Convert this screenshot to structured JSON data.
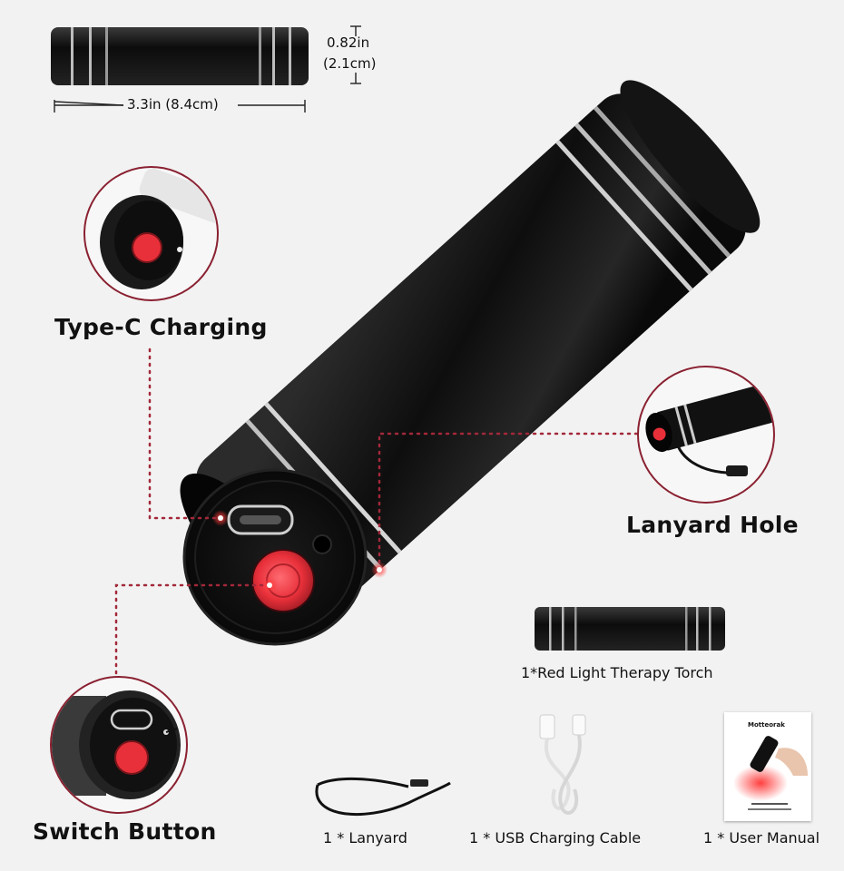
{
  "dimensions": {
    "height_label_1": "0.82in",
    "height_label_2": "(2.1cm)",
    "length_label": "3.3in (8.4cm)"
  },
  "callouts": {
    "type_c": "Type-C Charging",
    "lanyard_hole": "Lanyard Hole",
    "switch_button": "Switch Button"
  },
  "package": {
    "torch": "1*Red Light Therapy Torch",
    "lanyard": "1 * Lanyard",
    "cable": "1 * USB Charging Cable",
    "manual": "1 * User Manual",
    "manual_brand": "Motteorak"
  },
  "colors": {
    "accent": "#8a2131",
    "red_light": "#e8303a",
    "body": "#151515",
    "ring": "#c9c9c9"
  }
}
